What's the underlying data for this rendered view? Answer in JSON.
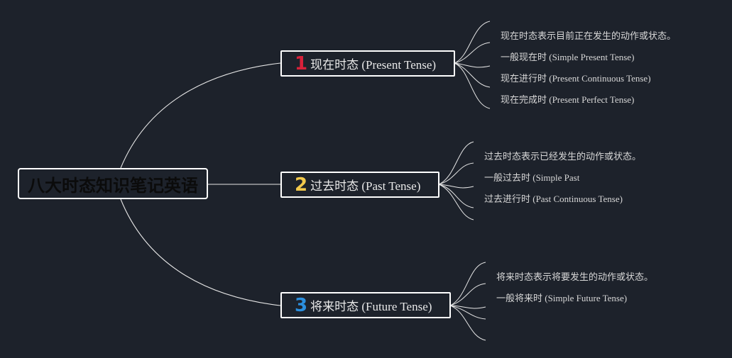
{
  "root": {
    "title": "八大时态知识笔记英语"
  },
  "branches": [
    {
      "number": "1",
      "label": "现在时态 (Present Tense)",
      "leaves": [
        "现在时态表示目前正在发生的动作或状态。",
        "一般现在时 (Simple Present Tense)",
        "现在进行时 (Present Continuous Tense)",
        "现在完成时 (Present Perfect Tense)"
      ]
    },
    {
      "number": "2",
      "label": "过去时态 (Past Tense)",
      "leaves": [
        "过去时态表示已经发生的动作或状态。",
        "一般过去时 (Simple Past",
        "过去进行时 (Past Continuous Tense)"
      ]
    },
    {
      "number": "3",
      "label": "将来时态 (Future Tense)",
      "leaves": [
        "将来时态表示将要发生的动作或状态。",
        "一般将来时 (Simple Future Tense)"
      ]
    }
  ],
  "colors": {
    "background": "#1d222b",
    "line": "#e6e6e6",
    "number_1": "#d8213a",
    "number_2": "#f2c94c",
    "number_3": "#2b8fde"
  }
}
